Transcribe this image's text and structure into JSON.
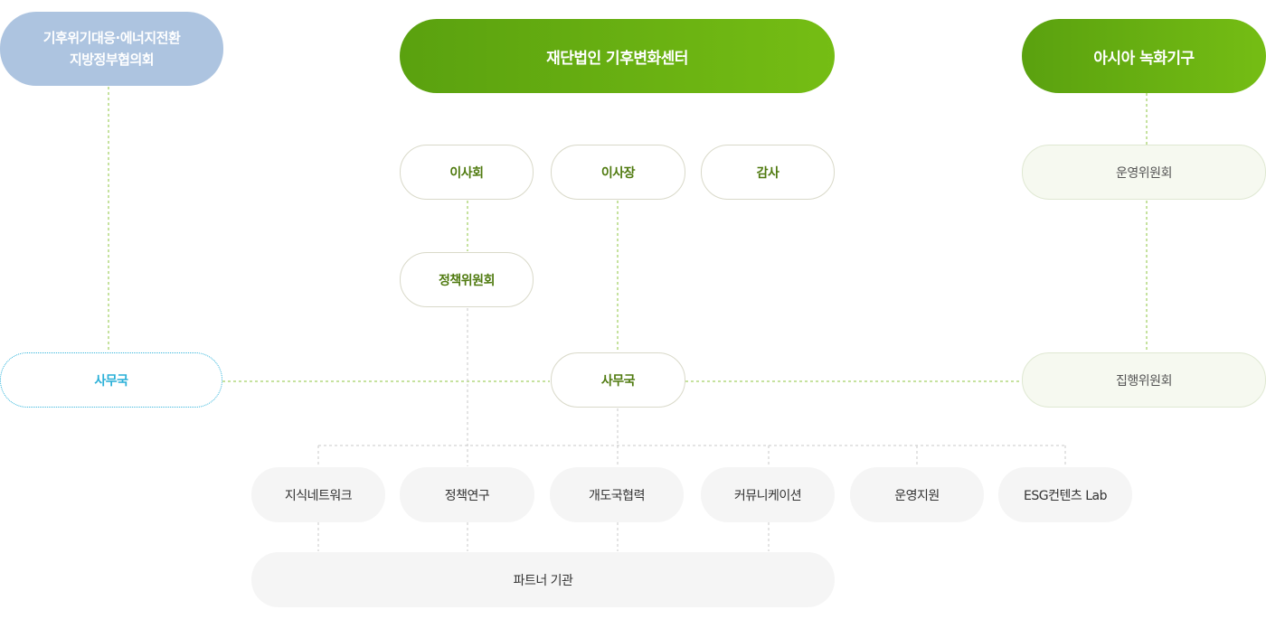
{
  "top": {
    "council": {
      "line1": "기후위기대응·에너지전환",
      "line2": "지방정부협의회"
    },
    "foundation": "재단법인 기후변화센터",
    "asia": "아시아 녹화기구"
  },
  "governance": {
    "board": "이사회",
    "chairman": "이사장",
    "auditor": "감사",
    "policy_committee": "정책위원회"
  },
  "asia_org": {
    "operating_committee": "운영위원회",
    "executive_committee": "집행위원회"
  },
  "secretariat": {
    "council": "사무국",
    "center": "사무국"
  },
  "departments": [
    "지식네트워크",
    "정책연구",
    "개도국협력",
    "커뮤니케이션",
    "운영지원",
    "ESG컨텐츠 Lab"
  ],
  "partners": "파트너 기관",
  "colors": {
    "green_dark": "#5aa10f",
    "green_light": "#75bd14",
    "council_blue": "#adc4e0",
    "secretariat_cyan": "#2ab0d8",
    "connector_green": "#8cc63f",
    "connector_gray": "#c8c8c8"
  }
}
